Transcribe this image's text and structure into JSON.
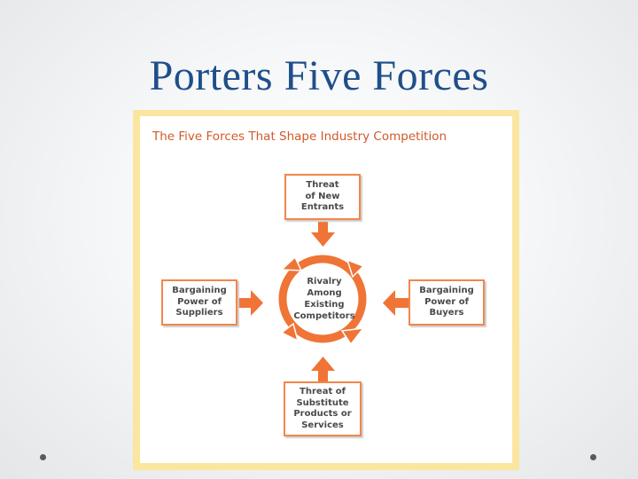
{
  "slide": {
    "title": "Porters Five Forces"
  },
  "figure": {
    "title": "The Five Forces That Shape Industry Competition",
    "top_box": "Threat\nof New\nEntrants",
    "left_box": "Bargaining\nPower of\nSuppliers",
    "right_box": "Bargaining\nPower of\nBuyers",
    "bottom_box": "Threat of\nSubstitute\nProducts or\nServices",
    "center": "Rivalry\nAmong\nExisting\nCompetitors"
  },
  "colors": {
    "accent": "#f1874a",
    "arrow": "#ef7436",
    "title": "#1f4f8a",
    "frame": "#fbe6a0"
  }
}
